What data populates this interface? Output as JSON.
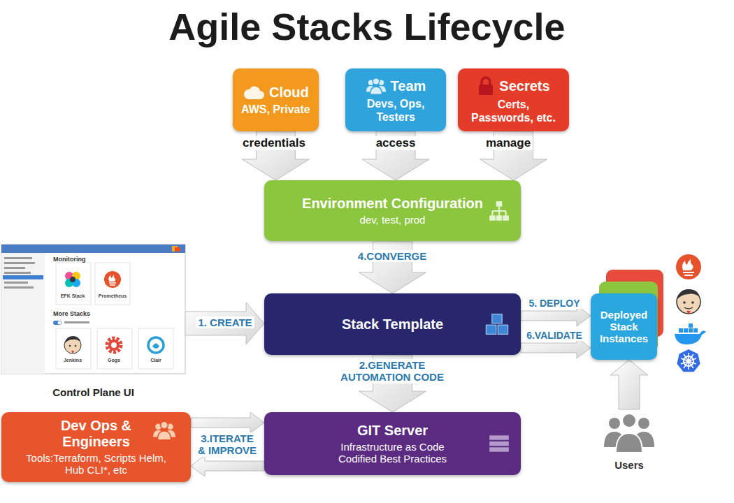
{
  "diagram": {
    "title": "Agile Stacks Lifecycle",
    "nodes": [
      {
        "text": [
          "Cloud",
          "AWS, Private"
        ]
      },
      {
        "text": [
          "Team",
          "Devs, Ops, Testers"
        ]
      },
      {
        "text": [
          "Secrets",
          "Certs, Passwords, etc."
        ]
      },
      {
        "text": [
          "Environment Configuration",
          "dev, test, prod"
        ]
      },
      {
        "text": [
          "Control Plane UI"
        ]
      },
      {
        "text": [
          "Stack Template"
        ]
      },
      {
        "text": [
          "Deployed Stack Instances"
        ]
      },
      {
        "text": [
          "Dev Ops & Engineers",
          "Tools:Terraform, Scripts Helm, Hub CLI*, etc"
        ]
      },
      {
        "text": [
          "GIT Server",
          "Infrastructure as Code Codified Best Practices"
        ]
      },
      {
        "text": [
          "Users"
        ]
      }
    ],
    "edges": [
      {
        "from": 0,
        "to": 3,
        "label": "credentials",
        "arrow": "to"
      },
      {
        "from": 1,
        "to": 3,
        "label": "access",
        "arrow": "to"
      },
      {
        "from": 2,
        "to": 3,
        "label": "manage",
        "arrow": "to"
      },
      {
        "from": 3,
        "to": 5,
        "label": "4.CONVERGE",
        "arrow": "to"
      },
      {
        "from": 4,
        "to": 5,
        "label": "1. CREATE",
        "arrow": "to"
      },
      {
        "from": 5,
        "to": 6,
        "label": "5. DEPLOY",
        "arrow": "to"
      },
      {
        "from": 5,
        "to": 6,
        "label": "6.VALIDATE",
        "arrow": "to"
      },
      {
        "from": 5,
        "to": 8,
        "label": "2.GENERATE AUTOMATION CODE",
        "arrow": "to"
      },
      {
        "from": 7,
        "to": 8,
        "label": "3.ITERATE & IMPROVE",
        "arrow": "to"
      },
      {
        "from": 8,
        "to": 7,
        "arrow": "to"
      },
      {
        "from": 9,
        "to": 6,
        "arrow": "to"
      }
    ],
    "labels": [
      "Monitoring",
      "EFK Stack",
      "Prometheus",
      "More Stacks",
      "Jenkins",
      "Gogs",
      "Clair"
    ]
  }
}
